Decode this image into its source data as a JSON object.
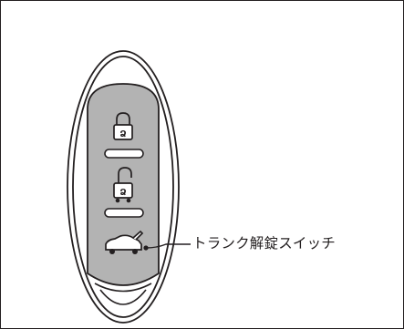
{
  "figure": {
    "callout_label": "トランク解錠スイッチ"
  },
  "colors": {
    "line": "#231f20",
    "shade": "#b3b3b3",
    "background": "#ffffff"
  },
  "key_fob": {
    "buttons": [
      {
        "name": "lock-button",
        "icon": "lock-icon"
      },
      {
        "name": "unlock-button",
        "icon": "unlock-icon"
      },
      {
        "name": "trunk-button",
        "icon": "trunk-icon"
      }
    ]
  }
}
